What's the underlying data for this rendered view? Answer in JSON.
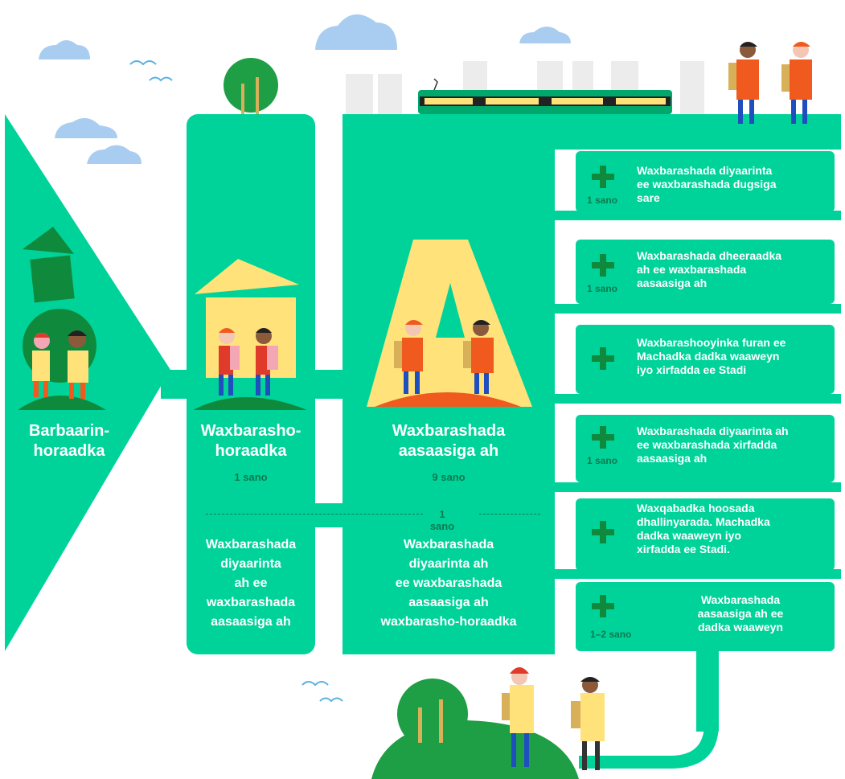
{
  "stages": {
    "preschool": {
      "title": "Barbaarin-\nhoraadka"
    },
    "preprimary": {
      "title": "Waxbarasho-\nhoraadka",
      "duration": "1 sano"
    },
    "basic": {
      "title": "Waxbarashada\naasaasiga ah",
      "duration": "9 sano"
    }
  },
  "lower": {
    "divider_label": "1 sano",
    "left_text": "Waxbarashada\ndiyaarinta\nah ee\nwaxbarashada\naasaasiga ah",
    "right_text": "Waxbarashada\ndiyaarinta ah\nee waxbarashada\naasaasiga ah\nwaxbarasho-horaadka"
  },
  "options": [
    {
      "text": "Waxbarashada diyaarinta\nee waxbarashada dugsiga\nsare",
      "duration": "1 sano"
    },
    {
      "text": "Waxbarashada dheeraadka\nah ee waxbarashada\naasaasiga ah",
      "duration": "1 sano"
    },
    {
      "text": "Waxbarashooyinka furan ee\nMachadka dadka waaweyn\niyo xirfadda ee Stadi",
      "duration": ""
    },
    {
      "text": "Waxbarashada diyaarinta ah\nee waxbarashada xirfadda\naasaasiga ah",
      "duration": "1 sano"
    },
    {
      "text": "Waxqabadka hoosada\ndhallinyarada. Machadka\ndadka waaweyn iyo\nxirfadda ee Stadi.",
      "duration": ""
    },
    {
      "text": "Waxbarashada\naasaasiga ah ee\ndadka waaweyn",
      "duration": "1–2 sano"
    }
  ],
  "colors": {
    "green": "#00d39a",
    "dark_green": "#0b7a4f",
    "plus": "#0f8a3c",
    "yellow": "#ffe27a",
    "orange": "#f05a1e",
    "cloud": "#a9cdf0",
    "tree": "#1e9e45"
  }
}
